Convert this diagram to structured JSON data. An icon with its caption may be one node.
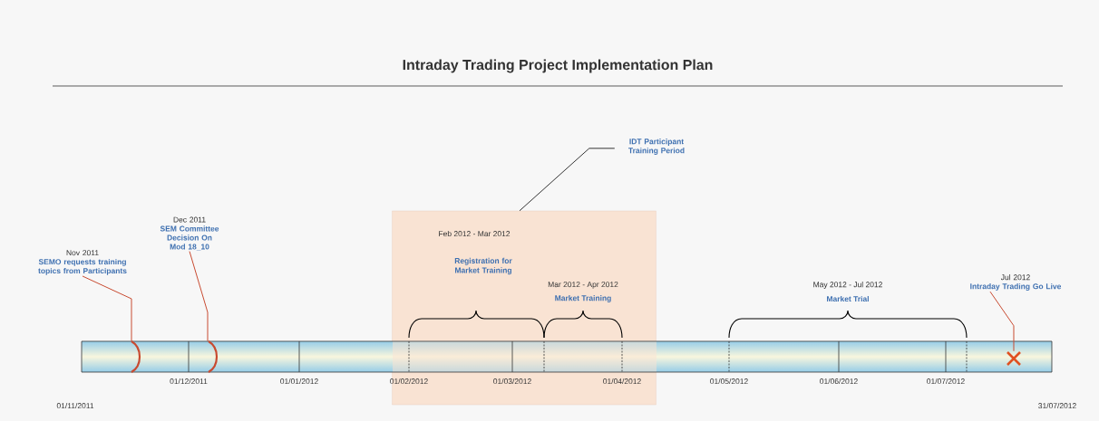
{
  "diagram": {
    "title": "Intraday Trading Project Implementation Plan",
    "nodes": [
      {
        "text": [
          "Nov 2011",
          "SEMO requests training topics from Participants"
        ]
      },
      {
        "text": [],
        "shape": "arc"
      },
      {
        "text": [
          "Dec 2011",
          "SEM Committee Decision On Mod 18_10"
        ]
      },
      {
        "text": [],
        "shape": "arc"
      },
      {
        "text": [
          "IDT Participant Training Period"
        ]
      },
      {
        "text": [],
        "shape": "box"
      },
      {
        "text": [
          "Jul 2012",
          "Intraday Trading Go Live"
        ]
      },
      {
        "text": [],
        "shape": "cross"
      }
    ],
    "edges": [
      {
        "from": 0,
        "to": 1,
        "arrow": "none"
      },
      {
        "from": 2,
        "to": 3,
        "arrow": "none"
      },
      {
        "from": 4,
        "to": 5,
        "arrow": "none",
        "color": "#333333"
      },
      {
        "from": 6,
        "to": 7,
        "arrow": "none"
      }
    ],
    "labels": [
      "Feb 2012 - Mar 2012",
      "Registration for Market Training",
      "Mar 2012 - Apr 2012",
      "Market Training",
      "May 2012 - Jul 2012",
      "Market Trial",
      "01/12/2011",
      "01/01/2012",
      "01/02/2012",
      "01/03/2012",
      "01/04/2012",
      "01/05/2012",
      "01/06/2012",
      "01/07/2012",
      "01/11/2011",
      "31/07/2012"
    ]
  }
}
